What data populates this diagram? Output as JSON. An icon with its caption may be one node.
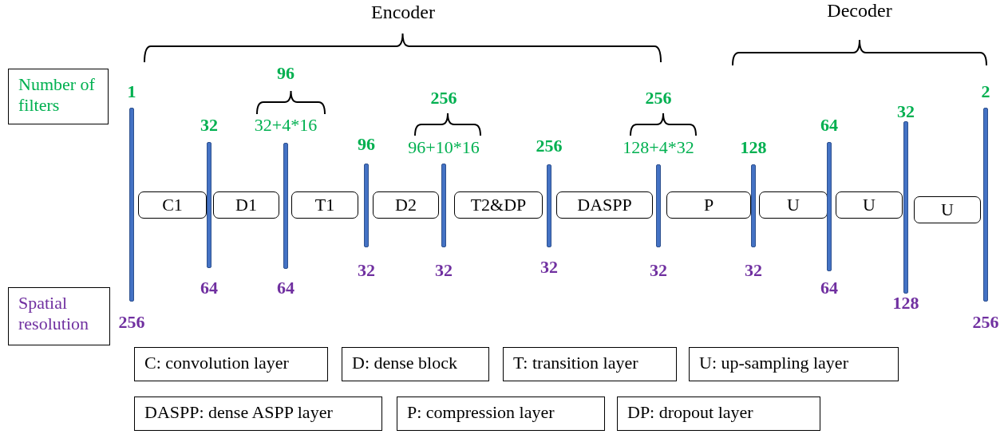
{
  "diagram": {
    "nodes": [
      {
        "text": [
          "Number of filters"
        ]
      },
      {
        "text": [
          "Spatial resolution"
        ]
      },
      {
        "text": [],
        "shape": "bar",
        "beside": [
          "1",
          "256"
        ]
      },
      {
        "text": [
          "C1"
        ]
      },
      {
        "text": [],
        "shape": "bar",
        "beside": [
          "32",
          "64"
        ]
      },
      {
        "text": [
          "D1"
        ]
      },
      {
        "text": [],
        "shape": "bar",
        "beside": [
          "96",
          "32+4*16",
          "64"
        ]
      },
      {
        "text": [
          "T1"
        ]
      },
      {
        "text": [],
        "shape": "bar",
        "beside": [
          "96",
          "32"
        ]
      },
      {
        "text": [
          "D2"
        ]
      },
      {
        "text": [],
        "shape": "bar",
        "beside": [
          "256",
          "96+10*16",
          "32"
        ]
      },
      {
        "text": [
          "T2&DP"
        ]
      },
      {
        "text": [],
        "shape": "bar",
        "beside": [
          "256",
          "32"
        ]
      },
      {
        "text": [
          "DASPP"
        ]
      },
      {
        "text": [],
        "shape": "bar",
        "beside": [
          "256",
          "128+4*32",
          "32"
        ]
      },
      {
        "text": [
          "P"
        ]
      },
      {
        "text": [],
        "shape": "bar",
        "beside": [
          "128",
          "32"
        ]
      },
      {
        "text": [
          "U"
        ]
      },
      {
        "text": [],
        "shape": "bar",
        "beside": [
          "64",
          "64"
        ]
      },
      {
        "text": [
          "U"
        ]
      },
      {
        "text": [],
        "shape": "bar",
        "beside": [
          "32",
          "128"
        ]
      },
      {
        "text": [
          "U"
        ]
      },
      {
        "text": [],
        "shape": "bar",
        "beside": [
          "2",
          "256"
        ]
      },
      {
        "text": [
          "C: convolution layer"
        ]
      },
      {
        "text": [
          "D: dense block"
        ]
      },
      {
        "text": [
          "T: transition layer"
        ]
      },
      {
        "text": [
          "U: up-sampling layer"
        ]
      },
      {
        "text": [
          "DASPP: dense ASPP layer"
        ]
      },
      {
        "text": [
          "P: compression layer"
        ]
      },
      {
        "text": [
          "DP: dropout layer"
        ]
      }
    ],
    "labels": [
      "Encoder",
      "Decoder"
    ]
  }
}
